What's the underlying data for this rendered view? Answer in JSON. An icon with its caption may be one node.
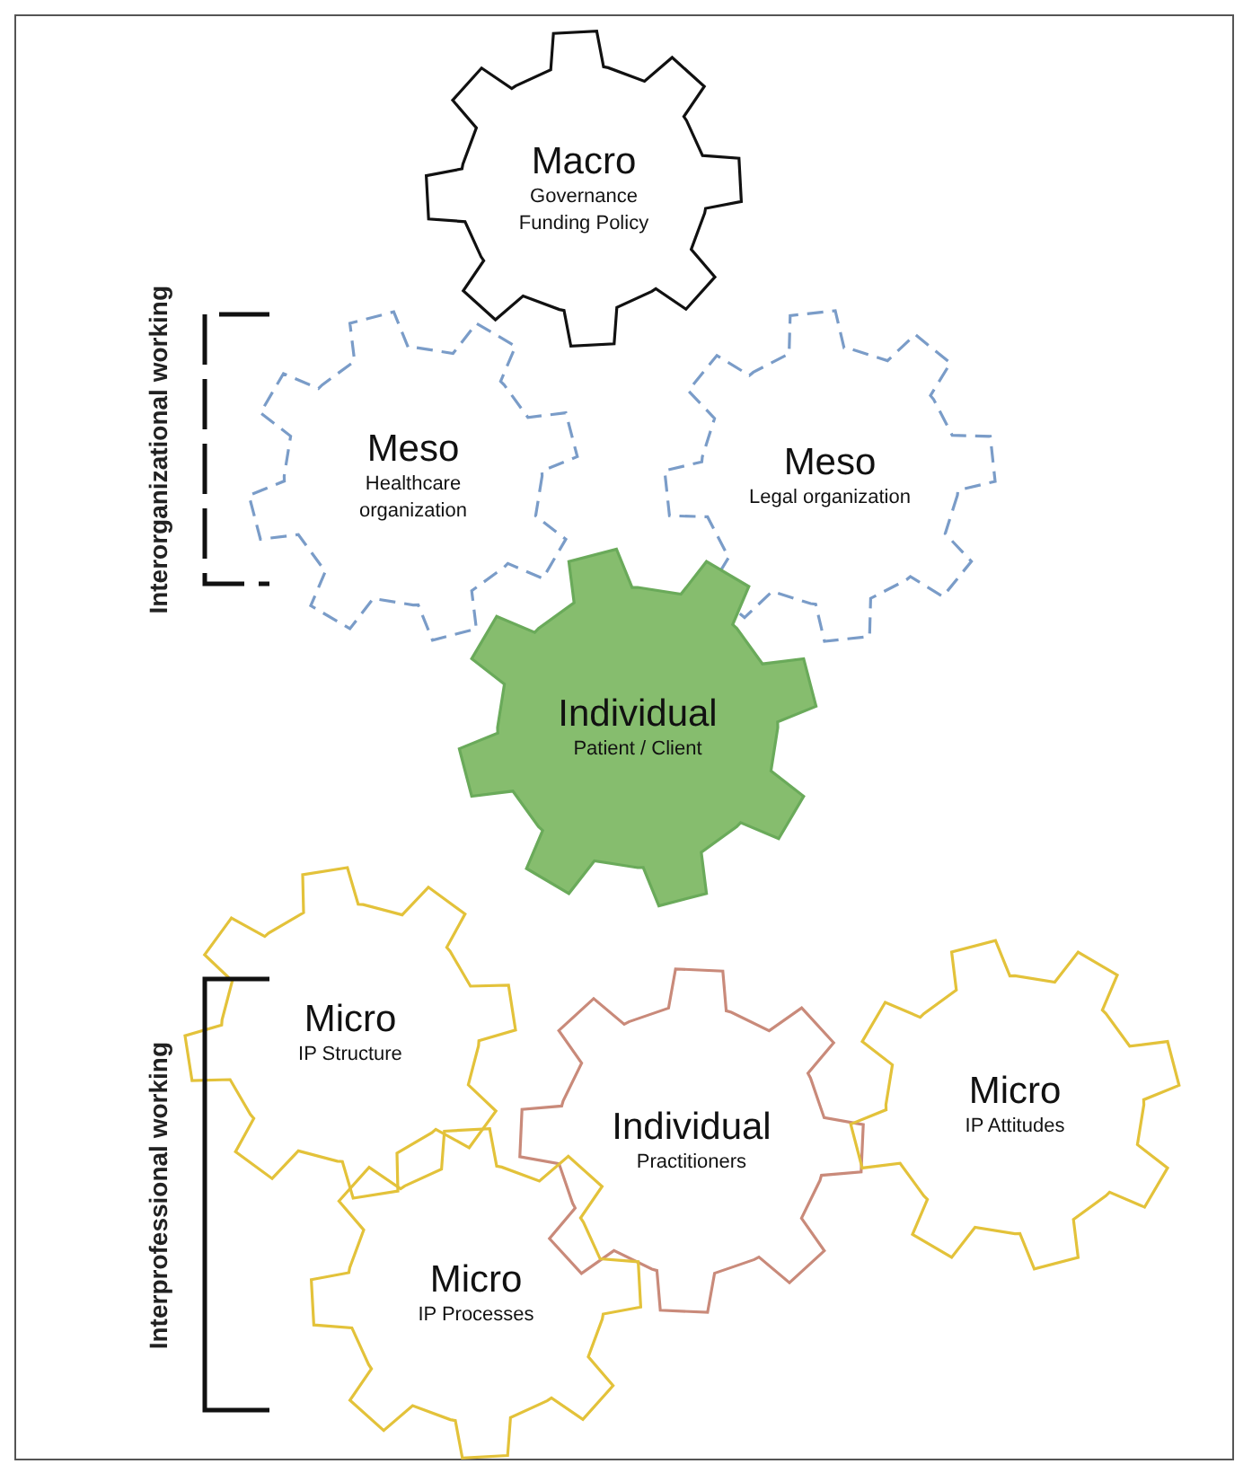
{
  "diagram": {
    "nodes": [
      {
        "text": [
          "Macro",
          "Governance Funding Policy"
        ]
      },
      {
        "text": [
          "Meso",
          "Healthcare organization"
        ]
      },
      {
        "text": [
          "Meso",
          "Legal organization"
        ]
      },
      {
        "text": [
          "Individual",
          "Patient / Client"
        ]
      },
      {
        "text": [
          "Micro",
          "IP Structure"
        ]
      },
      {
        "text": [
          "Individual",
          "Practitioners"
        ]
      },
      {
        "text": [
          "Micro",
          "IP Attitudes"
        ]
      },
      {
        "text": [
          "Micro",
          "IP Processes"
        ]
      }
    ],
    "labels": [
      "Interorganizational working",
      "Interprofessional working"
    ]
  }
}
